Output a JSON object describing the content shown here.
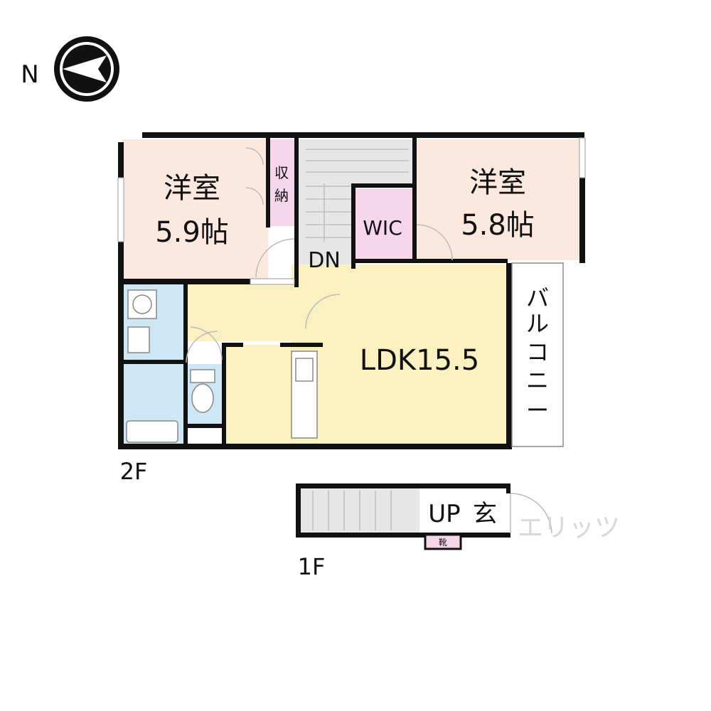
{
  "compass": {
    "letter": "N"
  },
  "floors": {
    "upper": {
      "label": "2F",
      "rooms": {
        "west_bedroom": {
          "type": "洋室",
          "size": "5.9帖"
        },
        "east_bedroom": {
          "type": "洋室",
          "size": "5.8帖"
        },
        "storage": {
          "c1": "収",
          "c2": "納"
        },
        "wic": "WIC",
        "stairs_down": "DN",
        "ldk": "LDK15.5",
        "balcony": {
          "c1": "バ",
          "c2": "ル",
          "c3": "コ",
          "c4": "ニ",
          "c5": "ー"
        }
      }
    },
    "lower": {
      "label": "1F",
      "stairs_up": "UP",
      "entrance": "玄",
      "shoe_box": "靴"
    }
  },
  "watermark": "エリッツ",
  "colors": {
    "bedroom": "#fbe8de",
    "ldk": "#fbf0c0",
    "corridor": "#fbf0c0",
    "wet_area": "#cfe6f4",
    "storage": "#f5d6ea",
    "stairs": "#e6e6e6",
    "wall": "#111111"
  }
}
